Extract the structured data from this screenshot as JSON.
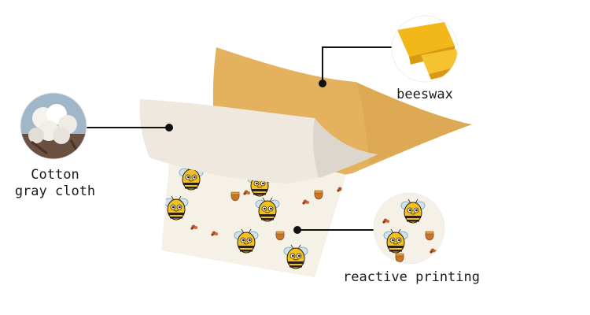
{
  "labels": {
    "cotton_line1": "Cotton",
    "cotton_line2": "gray cloth",
    "beeswax": "beeswax",
    "reactive_printing": "reactive printing"
  },
  "colors": {
    "beeswax_layer": "#e4b25f",
    "beeswax_layer_edge": "#d9a24a",
    "cloth_layer": "#efe8de",
    "cloth_fold_shadow": "#dcd6cd",
    "printed_layer": "#f6f1e6",
    "bee_body": "#f4c01e",
    "bee_stripe": "#2a2014",
    "connector": "#111111",
    "beeswax_block": "#f2b81a",
    "cotton_bg": "#9fb7c9"
  },
  "icons": {
    "cotton": "cotton-boll-icon",
    "beeswax": "beeswax-block-icon",
    "printing": "bee-pattern-icon"
  }
}
